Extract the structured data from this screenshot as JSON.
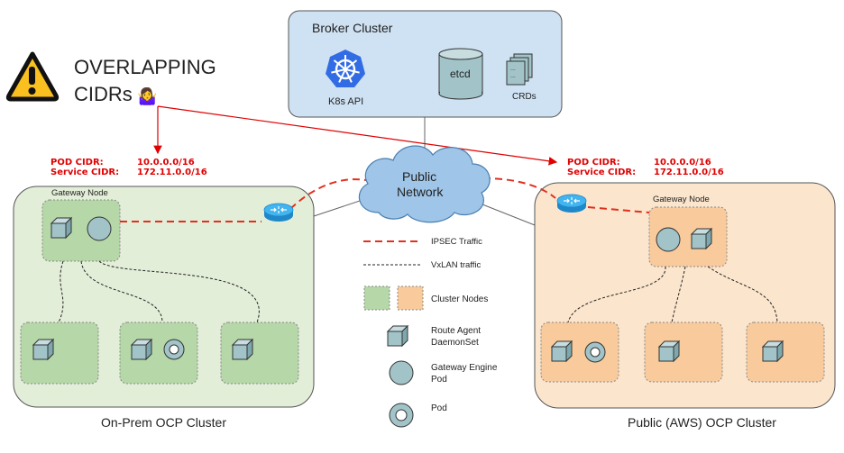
{
  "warning": {
    "line1": "OVERLAPPING",
    "line2": "CIDRs",
    "emoji": "🤷‍♀️"
  },
  "broker": {
    "title": "Broker Cluster",
    "k8s_label": "K8s API",
    "etcd_label": "etcd",
    "crds_label": "CRDs",
    "crd_dots": "..."
  },
  "public_network": {
    "line1": "Public",
    "line2": "Network"
  },
  "onprem": {
    "pod_cidr_key": "POD CIDR:",
    "pod_cidr_value": "10.0.0.0/16",
    "svc_cidr_key": "Service CIDR:",
    "svc_cidr_value": "172.11.0.0/16",
    "gateway_label": "Gateway Node",
    "cluster_label": "On-Prem OCP Cluster"
  },
  "aws": {
    "pod_cidr_key": "POD CIDR:",
    "pod_cidr_value": "10.0.0.0/16",
    "svc_cidr_key": "Service CIDR:",
    "svc_cidr_value": "172.11.0.0/16",
    "gateway_label": "Gateway Node",
    "cluster_label": "Public (AWS) OCP Cluster"
  },
  "legend": {
    "ipsec": "IPSEC Traffic",
    "vxlan": "VxLAN traffic",
    "cluster_nodes": "Cluster Nodes",
    "route_agent_1": "Route Agent",
    "route_agent_2": "DaemonSet",
    "gateway_engine_1": "Gateway Engine",
    "gateway_engine_2": "Pod",
    "pod": "Pod"
  },
  "colors": {
    "broker_fill": "#cfe2f3",
    "onprem_fill": "#e3eed9",
    "aws_fill": "#fbe5cd",
    "green_node": "#b6d7a8",
    "orange_node": "#f9cb9c",
    "icon_teal": "#a2c4c9",
    "ipsec_red": "#e0301e",
    "arrow_red": "#e00000",
    "k8s_blue": "#326ce5"
  }
}
